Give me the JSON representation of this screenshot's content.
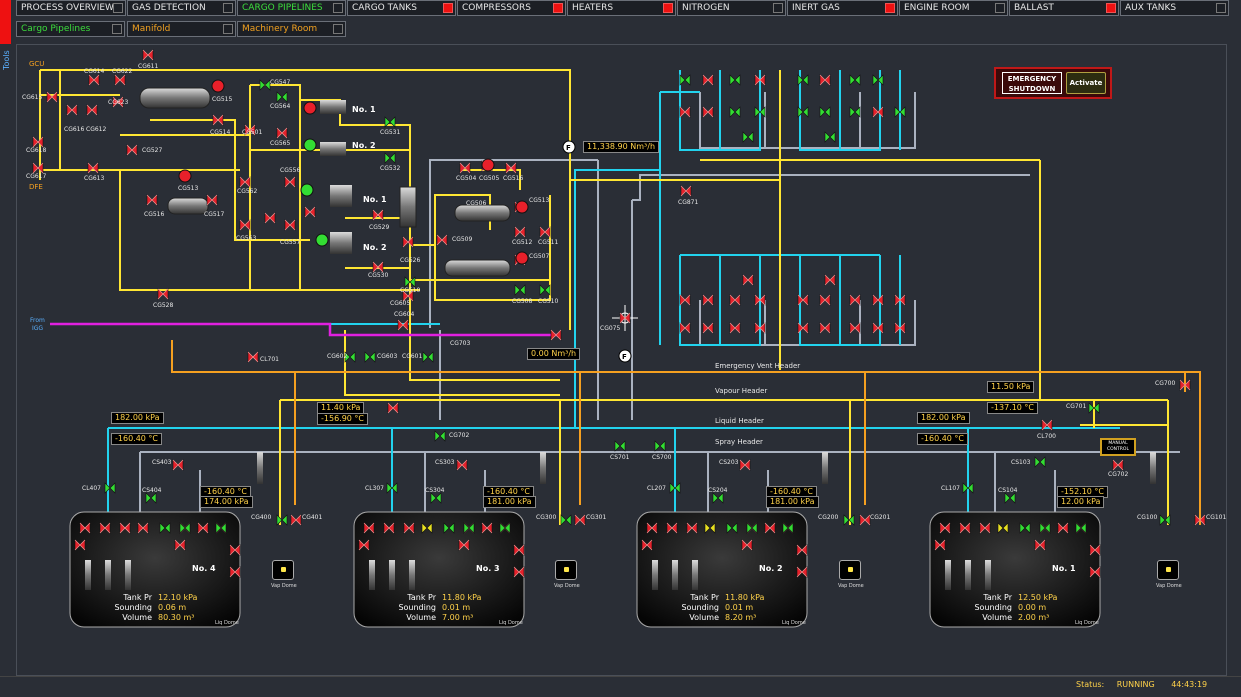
{
  "tabs_row1": [
    {
      "label": "PROCESS OVERVIEW",
      "ind": "none"
    },
    {
      "label": "GAS DETECTION",
      "ind": "none"
    },
    {
      "label": "CARGO PIPELINES",
      "ind": "none",
      "active": true
    },
    {
      "label": "CARGO TANKS",
      "ind": "red"
    },
    {
      "label": "COMPRESSORS",
      "ind": "red"
    },
    {
      "label": "HEATERS",
      "ind": "red"
    },
    {
      "label": "NITROGEN",
      "ind": "none"
    },
    {
      "label": "INERT GAS",
      "ind": "red"
    },
    {
      "label": "ENGINE ROOM",
      "ind": "none"
    },
    {
      "label": "BALLAST",
      "ind": "red"
    },
    {
      "label": "AUX TANKS",
      "ind": "none"
    }
  ],
  "tabs_row2": [
    {
      "label": "Cargo Pipelines",
      "color": "green"
    },
    {
      "label": "Manifold",
      "color": "orange"
    },
    {
      "label": "Machinery Room",
      "color": "orange"
    }
  ],
  "tools_label": "Tools",
  "esd": {
    "title_line1": "EMERGENCY",
    "title_line2": "SHUTDOWN",
    "button": "Activate"
  },
  "headers": {
    "emergency_vent": "Emergency Vent Header",
    "vapour": "Vapour Header",
    "liquid": "Liquid Header",
    "spray": "Spray Header"
  },
  "labels": {
    "gcu": "GCU",
    "dfe": "DFE",
    "from": "From",
    "igg": "IGG",
    "comp1": "No. 1",
    "comp2": "No. 2",
    "heat1": "No. 1",
    "heat2": "No. 2",
    "manual_control_1": "MANUAL",
    "manual_control_2": "CONTROL"
  },
  "flow": {
    "f1": "11,338.90 Nm³/h",
    "f2": "0.00 Nm³/h",
    "f_symbol": "F"
  },
  "readouts": {
    "t4_kpa": "182.00 kPa",
    "t4_c": "-160.40 °C",
    "t3_kpa": "11.40 kPa",
    "t3_c": "-156.90 °C",
    "t1_kpa": "182.00 kPa",
    "t1_c": "-160.40 °C",
    "hdr_kpa": "11.50 kPa",
    "hdr_c": "-137.10 °C",
    "t4b_c": "-160.40 °C",
    "t4b_kpa": "174.00 kPa",
    "t3b_c": "-160.40 °C",
    "t3b_kpa": "181.00 kPa",
    "t2b_c": "-160.40 °C",
    "t2b_kpa": "181.00 kPa",
    "t1b_c": "-152.10 °C",
    "t1b_kpa": "12.00 kPa"
  },
  "valve_labels": {
    "CG611": "CG611",
    "CG614": "CG614",
    "CG622": "CG622",
    "CG615": "CG615",
    "CG623": "CG623",
    "CG616": "CG616",
    "CG612": "CG612",
    "CG618": "CG618",
    "CG617": "CG617",
    "CG613": "CG613",
    "CG547": "CG547",
    "CG564": "CG564",
    "CG515": "CG515",
    "CG514": "CG514",
    "CG501": "CG501",
    "CG527": "CG527",
    "CG565": "CG565",
    "CG531": "CG531",
    "CG532": "CG532",
    "CG513": "CG513",
    "CG516": "CG516",
    "CG517": "CG517",
    "CG562": "CG562",
    "CG556": "CG556",
    "CG529": "CG529",
    "CG563": "CG563",
    "CG557": "CG557",
    "CG530": "CG530",
    "CG526": "CG526",
    "CG504": "CG504",
    "CG505": "CG505",
    "CG516b": "CG516",
    "CG506": "CG506",
    "CG513b": "CG513",
    "CG509": "CG509",
    "CG512": "CG512",
    "CG511": "CG511",
    "CG507": "CG507",
    "CG508": "CG508",
    "CG510": "CG510",
    "CG510b": "CG510",
    "CG871": "CG871",
    "CG528": "CG528",
    "CG605": "CG605",
    "CG604": "CG604",
    "CG075": "CG075",
    "CG703": "CG703",
    "CG602": "CG602",
    "CG603": "CG603",
    "CG601": "CG601",
    "CL701": "CL701",
    "CG700": "CG700",
    "CG701": "CG701",
    "CL700": "CL700",
    "CG702": "CG702",
    "CG702b": "CG702",
    "CS701": "CS701",
    "CS700": "CS700",
    "CS403": "CS403",
    "CL407": "CL407",
    "CS404": "CS404",
    "CG400": "CG400",
    "CG401": "CG401",
    "CS303": "CS303",
    "CL307": "CL307",
    "CS304": "CS304",
    "CG300": "CG300",
    "CG301": "CG301",
    "CS203": "CS203",
    "CL207": "CL207",
    "CS204": "CS204",
    "CG200": "CG200",
    "CG201": "CG201",
    "CS103": "CS103",
    "CL107": "CL107",
    "CS104": "CS104",
    "CG100": "CG100",
    "CG101": "CG101"
  },
  "tanks": [
    {
      "no": "No. 4",
      "tank_pr": "12.10 kPa",
      "sounding": "0.06 m",
      "volume": "80.30 m³"
    },
    {
      "no": "No. 3",
      "tank_pr": "11.80 kPa",
      "sounding": "0.01 m",
      "volume": "7.00 m³"
    },
    {
      "no": "No. 2",
      "tank_pr": "11.80 kPa",
      "sounding": "0.01 m",
      "volume": "8.20 m³"
    },
    {
      "no": "No. 1",
      "tank_pr": "12.50 kPa",
      "sounding": "0.00 m",
      "volume": "2.00 m³"
    }
  ],
  "tank_row_labels": {
    "tank_pr": "Tank Pr",
    "sounding": "Sounding",
    "volume": "Volume",
    "liq_dome": "Liq Dome",
    "vap_dome": "Vap Dome"
  },
  "status": {
    "label": "Status:",
    "value": "RUNNING",
    "time": "44:43:19"
  },
  "colors": {
    "yellow": "#ffe633",
    "cyan": "#22d3ee",
    "orange": "#f5a020",
    "magenta": "#e020e0",
    "grey": "#aab2c0",
    "valve_red": "#e8202a",
    "valve_green": "#33dd33"
  }
}
